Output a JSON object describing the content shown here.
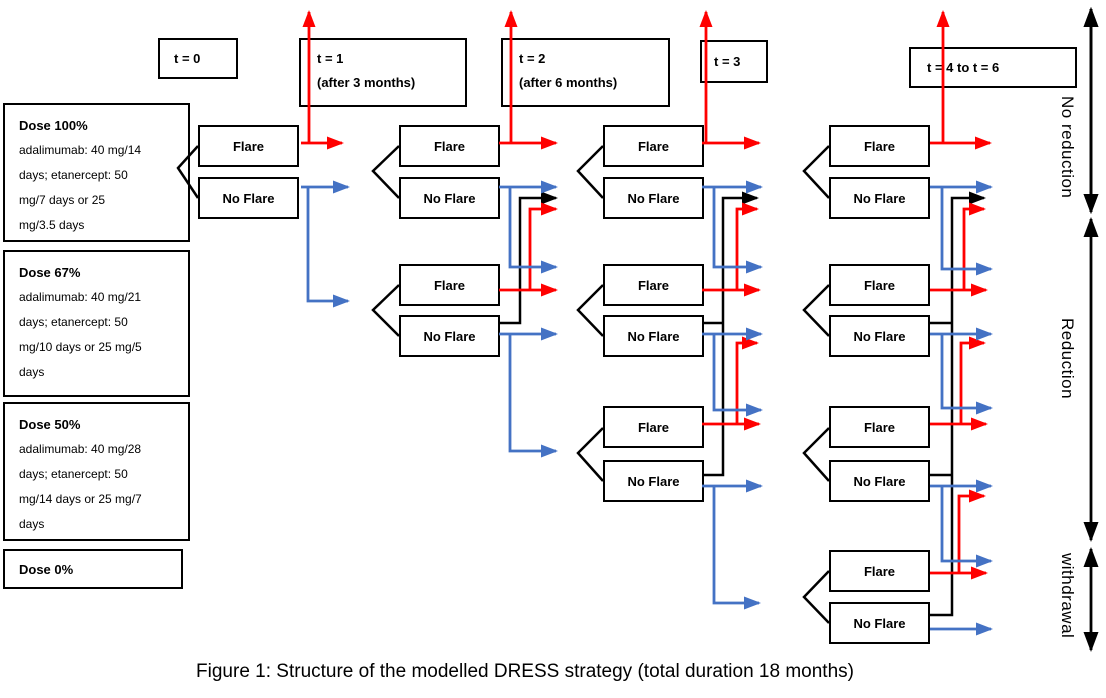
{
  "figure": {
    "caption": "Figure 1: Structure of the modelled DRESS strategy (total duration 18 months)"
  },
  "timepoints": {
    "t0": "t = 0",
    "t1_line1": "t = 1",
    "t1_line2": "(after 3 months)",
    "t2_line1": "t = 2",
    "t2_line2": "(after 6 months)",
    "t3": "t = 3",
    "t4_6": "t = 4 to t = 6"
  },
  "doses": {
    "d100": {
      "title": "Dose 100%",
      "lines": [
        "adalimumab: 40 mg/14",
        "days; etanercept: 50",
        "mg/7 days or 25",
        "mg/3.5 days"
      ]
    },
    "d67": {
      "title": "Dose 67%",
      "lines": [
        "adalimumab: 40 mg/21",
        "days; etanercept: 50",
        "mg/10 days or 25 mg/5",
        "days"
      ]
    },
    "d50": {
      "title": "Dose 50%",
      "lines": [
        "adalimumab: 40 mg/28",
        "days; etanercept: 50",
        "mg/14 days or 25 mg/7",
        "days"
      ]
    },
    "d0": {
      "title": "Dose 0%",
      "lines": []
    }
  },
  "labels": {
    "flare": "Flare",
    "no_flare": "No Flare"
  },
  "phases": {
    "no_reduction": "No reduction",
    "reduction": "Reduction",
    "withdrawal": "withdrawal"
  },
  "colors": {
    "flare_arrow": "#ff0000",
    "no_flare_arrow": "#4472c4",
    "structure": "#000000"
  }
}
